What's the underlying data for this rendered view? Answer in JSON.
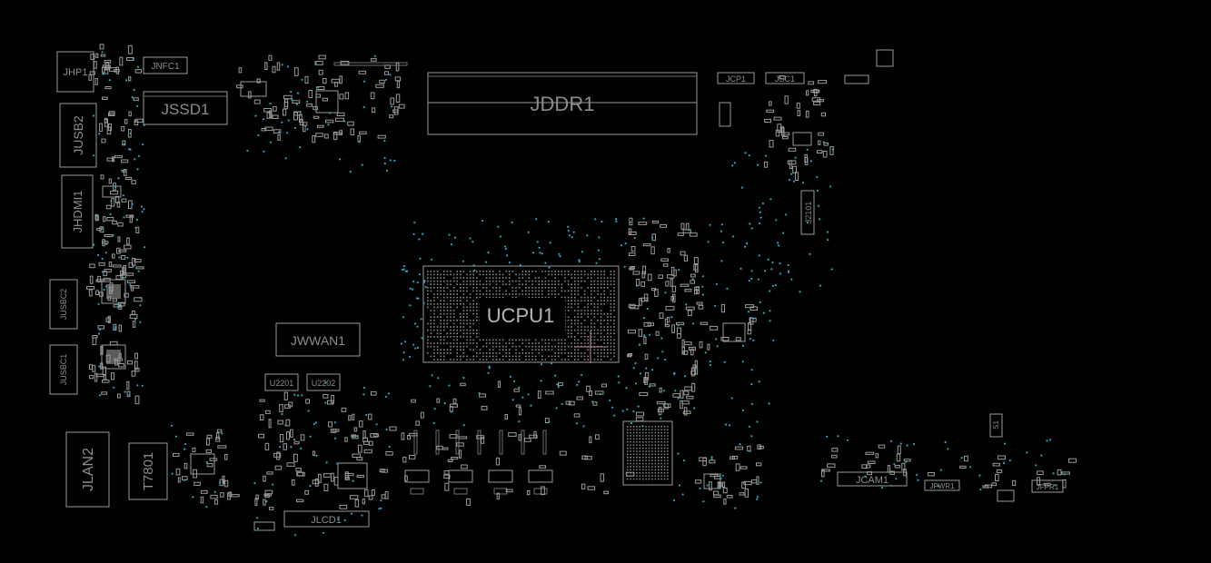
{
  "board": {
    "background_color": "#000000",
    "outline_color": "#9a9a9a",
    "label_color": "#8c8c8c",
    "via_color": "#2aa6c4",
    "marker_color": "#c98a9a"
  },
  "labels": {
    "jhp1": "JHP1",
    "jnfc1": "JNFC1",
    "jssd1": "JSSD1",
    "jusb2": "JUSB2",
    "jhdmi1": "JHDMI1",
    "jusbc2": "JUSBC2",
    "jusbc1": "JUSBC1",
    "jlan2": "JLAN2",
    "t7801": "T7801",
    "jddr1": "JDDR1",
    "jcp1": "JCP1",
    "jsc1": "JSC1",
    "j2101": "J2101",
    "ucpu1": "UCPU1",
    "jwwan1": "JWWAN1",
    "u2201": "U2201",
    "u2202": "U2202",
    "jlcd1": "JLCD1",
    "jcam1": "JCAM1",
    "jpwr1": "JPWR1",
    "jfpr1": "JFPR1",
    "s1": "S1"
  }
}
